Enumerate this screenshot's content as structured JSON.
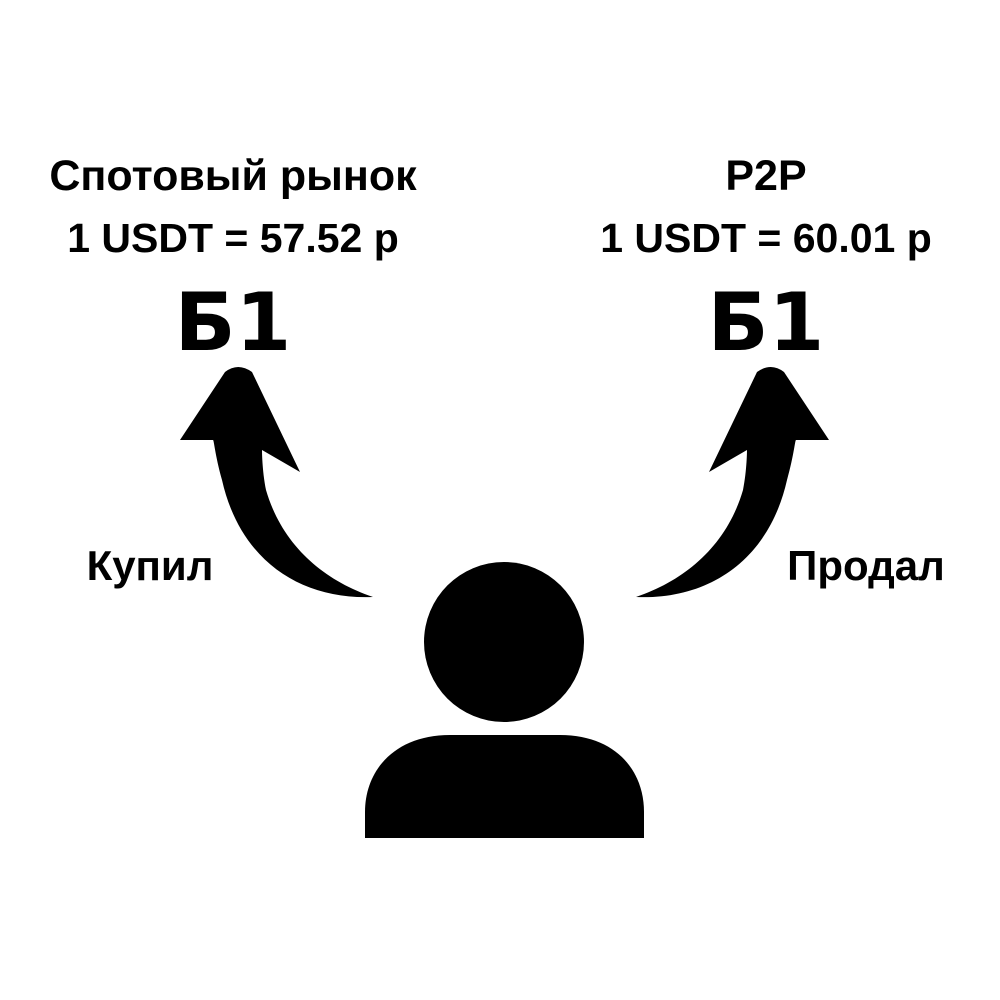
{
  "left": {
    "title": "Спотовый рынок",
    "rate": "1 USDT = 57.52 р",
    "exchange": "Б1",
    "action": "Купил"
  },
  "right": {
    "title": "P2P",
    "rate": "1 USDT = 60.01 р",
    "exchange": "Б1",
    "action": "Продал"
  },
  "colors": {
    "foreground": "#000000",
    "background": "#ffffff"
  },
  "icons": {
    "center": "person-icon",
    "left_arrow": "curved-arrow-up-icon",
    "right_arrow": "curved-arrow-up-icon"
  }
}
